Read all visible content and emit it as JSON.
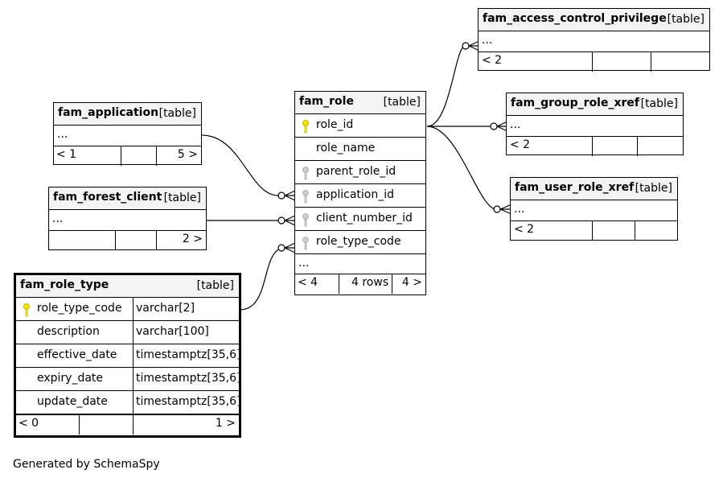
{
  "tables": {
    "fam_access_control_privilege": {
      "name": "fam_access_control_privilege",
      "kind": "[table]",
      "ellipsis": "...",
      "foot_left": "< 2"
    },
    "fam_group_role_xref": {
      "name": "fam_group_role_xref",
      "kind": "[table]",
      "ellipsis": "...",
      "foot_left": "< 2"
    },
    "fam_user_role_xref": {
      "name": "fam_user_role_xref",
      "kind": "[table]",
      "ellipsis": "...",
      "foot_left": "< 2"
    },
    "fam_application": {
      "name": "fam_application",
      "kind": "[table]",
      "ellipsis": "...",
      "foot_left": "< 1",
      "foot_right": "5 >"
    },
    "fam_forest_client": {
      "name": "fam_forest_client",
      "kind": "[table]",
      "ellipsis": "...",
      "foot_right": "2 >"
    },
    "fam_role": {
      "name": "fam_role",
      "kind": "[table]",
      "columns": [
        "role_id",
        "role_name",
        "parent_role_id",
        "application_id",
        "client_number_id",
        "role_type_code"
      ],
      "ellipsis": "...",
      "foot_left": "< 4",
      "foot_mid": "4 rows",
      "foot_right": "4 >"
    },
    "fam_role_type": {
      "name": "fam_role_type",
      "kind": "[table]",
      "columns": [
        {
          "name": "role_type_code",
          "type": "varchar[2]"
        },
        {
          "name": "description",
          "type": "varchar[100]"
        },
        {
          "name": "effective_date",
          "type": "timestamptz[35,6]"
        },
        {
          "name": "expiry_date",
          "type": "timestamptz[35,6]"
        },
        {
          "name": "update_date",
          "type": "timestamptz[35,6]"
        }
      ],
      "foot_left": "< 0",
      "foot_right": "1 >"
    }
  },
  "colors": {
    "primary_key": "#f2e600",
    "foreign_key": "#c0c0c0",
    "header_bg": "#f4f4f4"
  },
  "caption": "Generated by SchemaSpy"
}
